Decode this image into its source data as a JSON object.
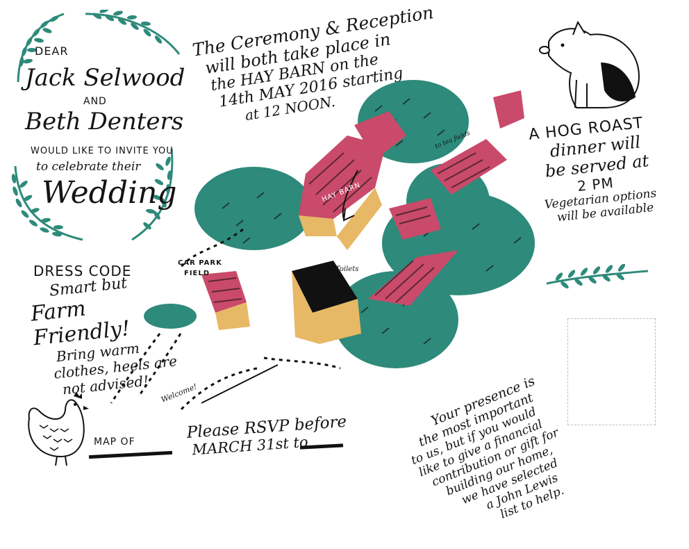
{
  "colors": {
    "teal": "#2e8a7a",
    "rose": "#c94a6a",
    "ochre": "#e7b865",
    "ink": "#141414"
  },
  "invite": {
    "dear": "DEAR",
    "name1": "Jack Selwood",
    "and": "AND",
    "name2": "Beth Denters",
    "would_like": "WOULD LIKE TO INVITE YOU",
    "to_celebrate": "to celebrate their",
    "wedding": "Wedding"
  },
  "ceremony": {
    "line1": "The Ceremony & Reception",
    "line2": "will both take place in",
    "line3": "the HAY BARN on the",
    "line4": "14th MAY 2016 starting",
    "line5": "at 12 NOON."
  },
  "hog": {
    "line1": "A HOG ROAST",
    "line2": "dinner will",
    "line3": "be served at",
    "line4": "2 PM",
    "veg1": "Vegetarian options",
    "veg2": "will be available"
  },
  "dress": {
    "title": "DRESS CODE",
    "line1": "Smart but",
    "line2": "Farm Friendly!",
    "line3": "Bring warm",
    "line4": "clothes, heels are",
    "line5": "not advised!"
  },
  "map_labels": {
    "hay_barn": "HAY BARN",
    "tea_fields": "to tea fields",
    "car_park": "CAR PARK",
    "field": "FIELD",
    "toilets": "Toilets",
    "welcome": "Welcome!"
  },
  "presence": {
    "line1": "Your presence is",
    "line2": "the most important",
    "line3": "to us, but if you would",
    "line4": "like to give a financial",
    "line5": "contribution or gift for",
    "line6": "building our home,",
    "line7": "we have selected",
    "line8": "a John Lewis",
    "line9": "list to help."
  },
  "rsvp": {
    "line1": "Please RSVP before",
    "line2": "MARCH 31st to"
  },
  "footer": {
    "map_of": "MAP OF"
  }
}
